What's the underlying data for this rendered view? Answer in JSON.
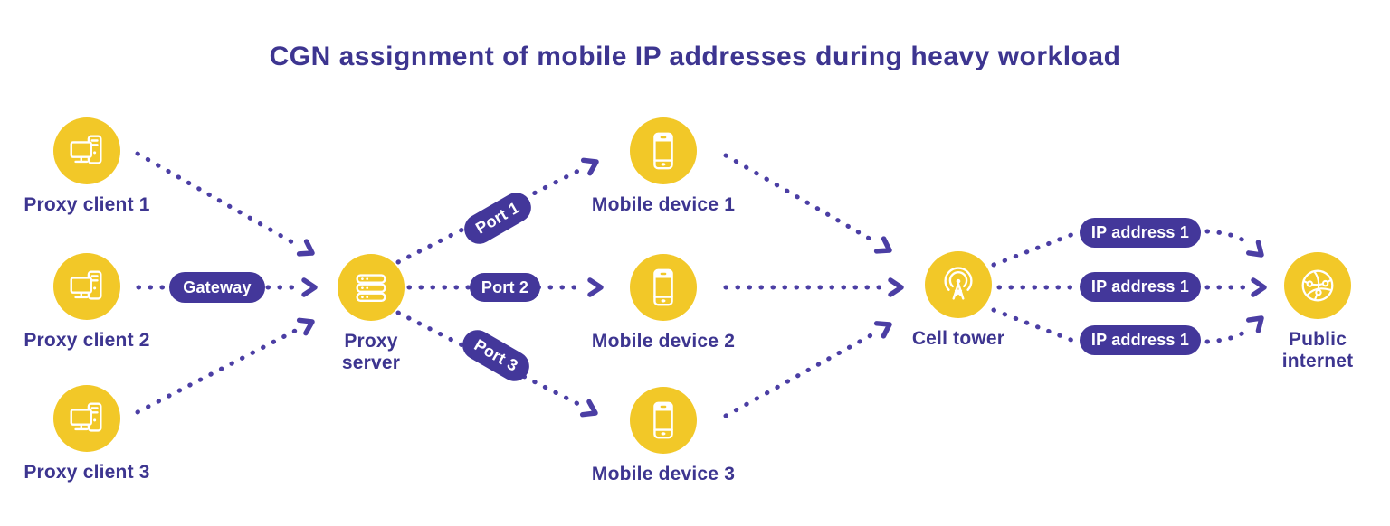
{
  "title": "CGN assignment of mobile IP addresses during heavy workload",
  "nodes": {
    "proxy_client_1": {
      "label": "Proxy client 1",
      "icon": "desktop-computer-icon"
    },
    "proxy_client_2": {
      "label": "Proxy client 2",
      "icon": "desktop-computer-icon"
    },
    "proxy_client_3": {
      "label": "Proxy client 3",
      "icon": "desktop-computer-icon"
    },
    "proxy_server": {
      "label": "Proxy server",
      "icon": "server-rack-icon"
    },
    "mobile_device_1": {
      "label": "Mobile device 1",
      "icon": "smartphone-icon"
    },
    "mobile_device_2": {
      "label": "Mobile device 2",
      "icon": "smartphone-icon"
    },
    "mobile_device_3": {
      "label": "Mobile device 3",
      "icon": "smartphone-icon"
    },
    "cell_tower": {
      "label": "Cell tower",
      "icon": "cell-tower-icon"
    },
    "public_internet": {
      "label": "Public internet",
      "icon": "globe-network-icon"
    }
  },
  "pills": {
    "gateway": {
      "label": "Gateway"
    },
    "ports": [
      {
        "label": "Port 1"
      },
      {
        "label": "Port 2"
      },
      {
        "label": "Port 3"
      }
    ],
    "ip_addresses": [
      {
        "label": "IP address 1"
      },
      {
        "label": "IP address 1"
      },
      {
        "label": "IP address 1"
      }
    ]
  },
  "connections": [
    {
      "from": "proxy-client-1",
      "to": "proxy-server"
    },
    {
      "from": "proxy-client-2",
      "to": "proxy-server",
      "via": "Gateway"
    },
    {
      "from": "proxy-client-3",
      "to": "proxy-server"
    },
    {
      "from": "proxy-server",
      "to": "mobile-device-1",
      "via": "Port 1"
    },
    {
      "from": "proxy-server",
      "to": "mobile-device-2",
      "via": "Port 2"
    },
    {
      "from": "proxy-server",
      "to": "mobile-device-3",
      "via": "Port 3"
    },
    {
      "from": "mobile-device-1",
      "to": "cell-tower"
    },
    {
      "from": "mobile-device-2",
      "to": "cell-tower"
    },
    {
      "from": "mobile-device-3",
      "to": "cell-tower"
    },
    {
      "from": "cell-tower",
      "to": "public-internet",
      "via": "IP address 1"
    },
    {
      "from": "cell-tower",
      "to": "public-internet",
      "via": "IP address 1"
    },
    {
      "from": "cell-tower",
      "to": "public-internet",
      "via": "IP address 1"
    }
  ],
  "colors": {
    "background": "#FFFFFF",
    "node_fill": "#F2C828",
    "icon_stroke": "#FFFFFF",
    "text": "#3D3590",
    "pill_background": "#43379A",
    "pill_text": "#FFFFFF",
    "connector": "#4B3EA4"
  }
}
